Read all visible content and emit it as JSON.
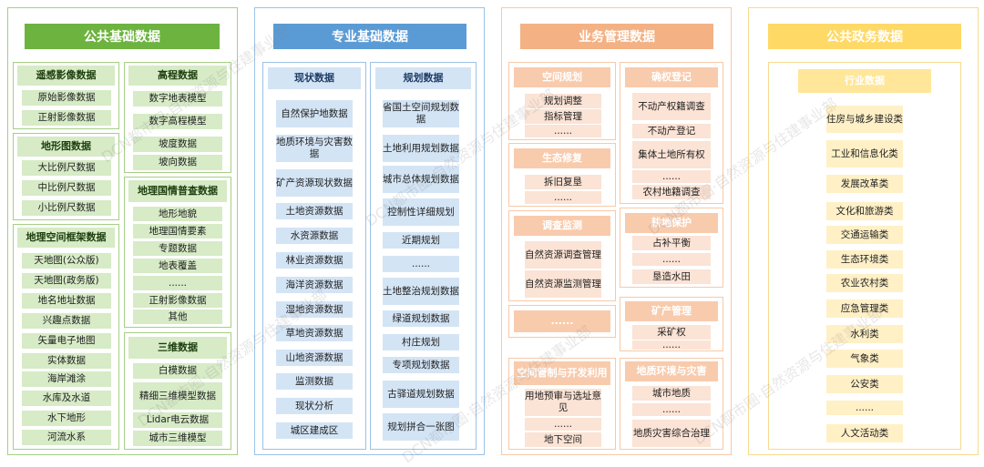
{
  "public_basic": {
    "title": "公共基础数据",
    "remote": {
      "title": "遥感影像数据",
      "items": [
        "原始影像数据",
        "正射影像数据"
      ]
    },
    "terrain": {
      "title": "地形图数据",
      "items": [
        "大比例尺数据",
        "中比例尺数据",
        "小比例尺数据"
      ]
    },
    "framework": {
      "title": "地理空间框架数据",
      "items": [
        "天地图(公众版)",
        "天地图(政务版)",
        "地名地址数据",
        "兴趣点数据",
        "矢量电子地图",
        "实体数据",
        "海岸滩涂",
        "水库及水道",
        "水下地形",
        "河流水系"
      ]
    },
    "elevation": {
      "title": "高程数据",
      "items": [
        "数字地表模型",
        "数字高程模型",
        "坡度数据",
        "坡向数据"
      ]
    },
    "census": {
      "title": "地理国情普查数据",
      "items": [
        "地形地貌",
        "地理国情要素",
        "专题数据",
        "地表覆盖",
        "......",
        "正射影像数据",
        "其他"
      ]
    },
    "three_d": {
      "title": "三维数据",
      "items": [
        "白模数据",
        "精细三维模型数据",
        "Lidar电云数据",
        "城市三维模型"
      ]
    }
  },
  "professional": {
    "title": "专业基础数据",
    "current": {
      "title": "现状数据",
      "items": [
        "自然保护地数据",
        "地质环境与灾害数据",
        "矿产资源现状数据",
        "土地资源数据",
        "水资源数据",
        "林业资源数据",
        "海洋资源数据",
        "湿地资源数据",
        "草地资源数据",
        "山地资源数据",
        "监测数据",
        "现状分析",
        "城区建成区"
      ]
    },
    "planning": {
      "title": "规划数据",
      "items": [
        "省国土空间规划数据",
        "土地利用规划数据",
        "城市总体规划数据",
        "控制性详细规划",
        "近期规划",
        "......",
        "土地整治规划数据",
        "绿道规划数据",
        "村庄规划",
        "专项规划数据",
        "古驿道规划数据",
        "规划拼合一张图"
      ]
    }
  },
  "business": {
    "title": "业务管理数据",
    "space_planning": {
      "title": "空间规划",
      "items": [
        "规划调整",
        "指标管理",
        "......"
      ]
    },
    "ecology": {
      "title": "生态修复",
      "items": [
        "拆旧复垦",
        "......"
      ]
    },
    "survey": {
      "title": "调查监测",
      "items": [
        "自然资源调查管理",
        "自然资源监测管理"
      ]
    },
    "blank": {
      "title": "......"
    },
    "space_control": {
      "title": "空间管制与开发利用",
      "items": [
        "用地预审与选址意见",
        "......",
        "地下空间"
      ]
    },
    "rights": {
      "title": "确权登记",
      "items": [
        "不动产权籍调查",
        "不动产登记",
        "集体土地所有权",
        "......",
        "农村地籍调查"
      ]
    },
    "farmland": {
      "title": "耕地保护",
      "items": [
        "占补平衡",
        "......",
        "垦造水田"
      ]
    },
    "mineral": {
      "title": "矿产管理",
      "items": [
        "采矿权",
        "......"
      ]
    },
    "geo_env": {
      "title": "地质环境与灾害",
      "items": [
        "城市地质",
        "......",
        "地质灾害综合治理"
      ]
    }
  },
  "government": {
    "title": "公共政务数据",
    "industry": {
      "title": "行业数据",
      "items": [
        "住房与城乡建设类",
        "工业和信息化类",
        "发展改革类",
        "文化和旅游类",
        "交通运输类",
        "生态环境类",
        "农业农村类",
        "应急管理类",
        "水利类",
        "气象类",
        "公安类",
        "......",
        "人文活动类"
      ]
    }
  },
  "watermark": {
    "text": "DCN都市圈·自然资源与住建事业部"
  }
}
